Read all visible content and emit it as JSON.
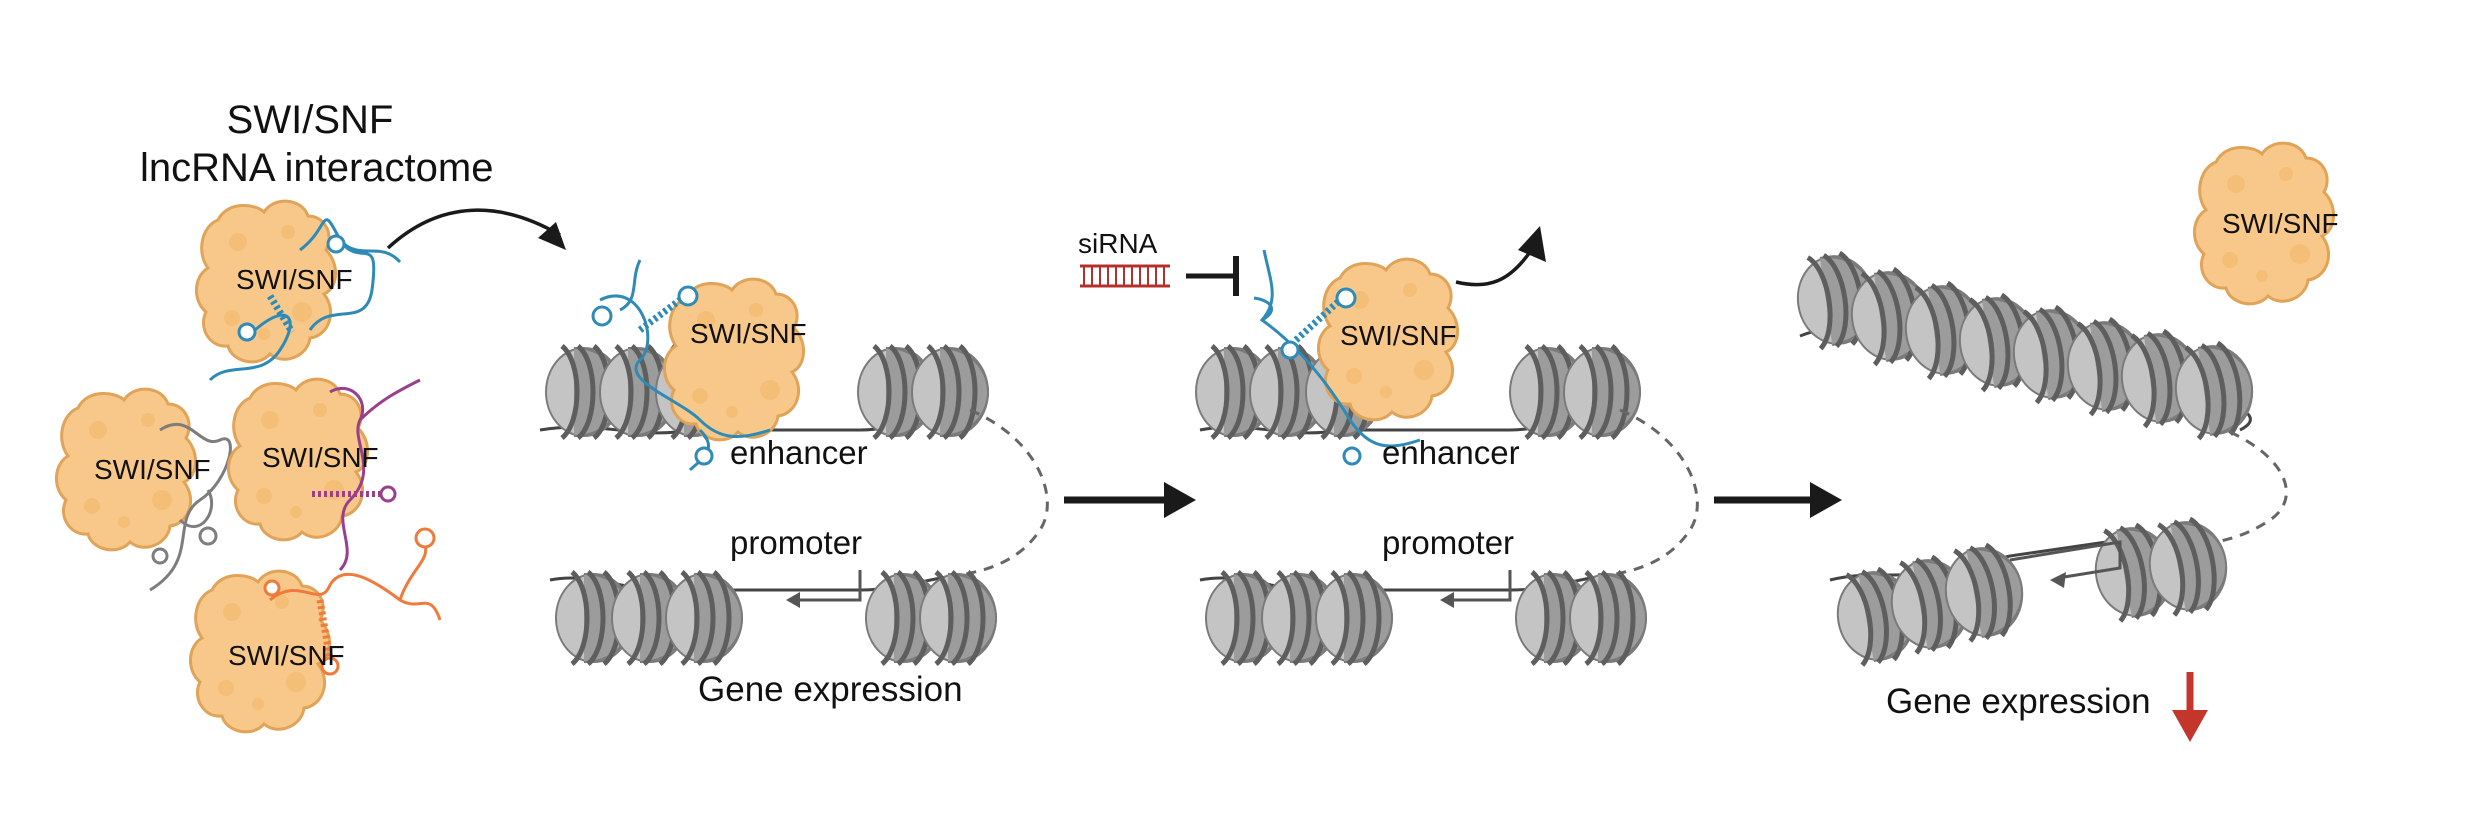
{
  "title_line1": "SWI/SNF",
  "title_line2": "lncRNA interactome",
  "complex_label": "SWI/SNF",
  "sirna_label": "siRNA",
  "panel2": {
    "enhancer": "enhancer",
    "promoter": "promoter",
    "expression": "Gene expression"
  },
  "panel3": {
    "enhancer": "enhancer",
    "promoter": "promoter"
  },
  "panel4": {
    "expression": "Gene expression"
  },
  "colors": {
    "complex_fill": "#F7C889",
    "complex_stroke": "#E0A358",
    "nucleosome": "#B9B9B9",
    "nucleosome_dark": "#8C8C8C",
    "rna_blue": "#2E8BB8",
    "rna_gray": "#7D7D7D",
    "rna_purple": "#9A3F8C",
    "rna_orange": "#F07A3A",
    "sirna_red": "#B5302C",
    "down_arrow": "#C4352C",
    "arrow": "#1A1A1A"
  },
  "icons": [
    "swi-snf-complex-icon",
    "nucleosome-icon",
    "lncrna-hairpin-icon",
    "sirna-duplex-icon",
    "inhibition-bar-icon",
    "down-arrow-icon"
  ]
}
